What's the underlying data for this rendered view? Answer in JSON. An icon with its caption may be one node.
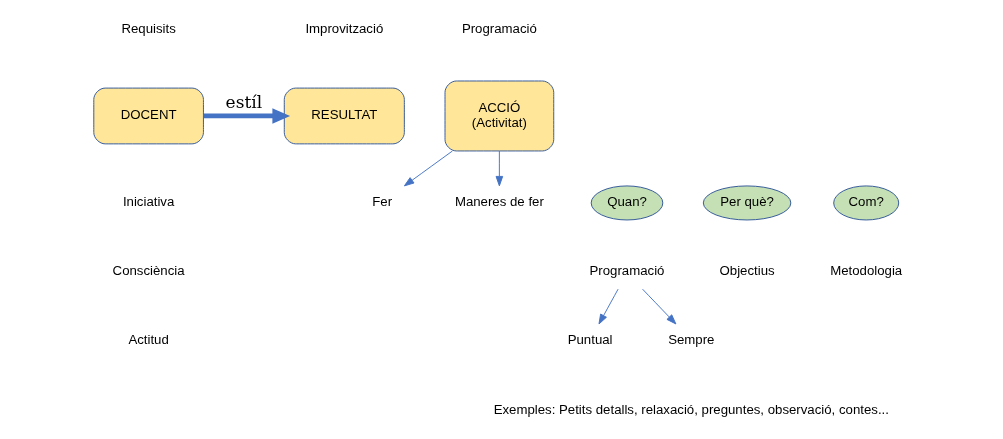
{
  "diagram": {
    "nodes": [
      {
        "text": [
          "DOCENT"
        ]
      },
      {
        "text": [
          "ACCIÓ",
          "(Activitat)"
        ]
      },
      {
        "text": [
          "RESULTAT"
        ]
      },
      {
        "text": [
          "Fer"
        ]
      },
      {
        "text": [
          "Maneres de fer"
        ]
      },
      {
        "text": [
          "Per què?"
        ]
      },
      {
        "text": [
          "Quan?"
        ]
      },
      {
        "text": [
          "Com?"
        ]
      },
      {
        "text": [
          "Programació"
        ]
      },
      {
        "text": [
          "Puntual"
        ]
      },
      {
        "text": [
          "Sempre"
        ]
      }
    ],
    "edges": [
      {
        "from": 0,
        "to": 2,
        "arrow": "to",
        "label": "estíl",
        "style": "thick"
      },
      {
        "from": 1,
        "to": 3,
        "arrow": "to"
      },
      {
        "from": 1,
        "to": 4,
        "arrow": "to"
      },
      {
        "from": 8,
        "to": 9,
        "arrow": "to"
      },
      {
        "from": 8,
        "to": 10,
        "arrow": "to"
      }
    ],
    "labels": [
      "Requisits",
      "Programació",
      "Improvització",
      "Iniciativa",
      "Consciència",
      "Actitud",
      "Objectius",
      "Metodologia",
      "Exemples: Petits detalls, relaxació, preguntes, observació, contes..."
    ]
  }
}
